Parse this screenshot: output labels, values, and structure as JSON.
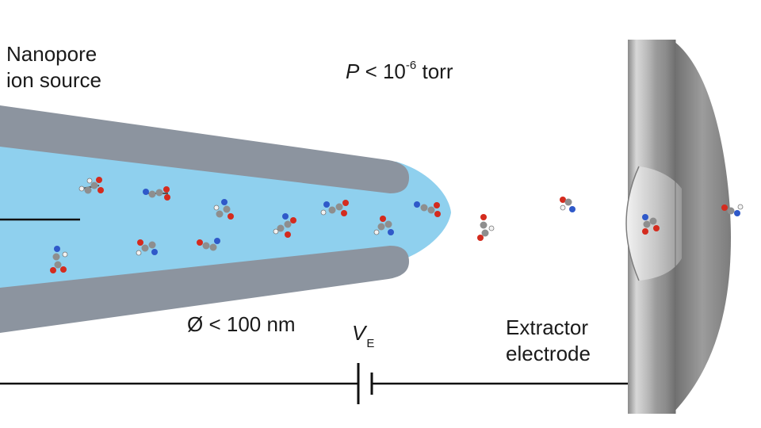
{
  "labels": {
    "source_line1": "Nanopore",
    "source_line2": "ion source",
    "pressure_symbol": "P",
    "pressure_relation": " < 10",
    "pressure_exponent": "-6",
    "pressure_unit": " torr",
    "diameter": "Ø < 100 nm",
    "voltage_symbol": "V",
    "voltage_subscript": "E",
    "extractor_line1": "Extractor",
    "extractor_line2": "electrode"
  },
  "colors": {
    "electrolyte": "#8fd0ee",
    "capillary_wall": "#8c949f",
    "electrode_light": "#d4d4d4",
    "electrode_dark": "#7a7a7a",
    "wire": "#111111",
    "atom_carbon": "#8e8e8e",
    "atom_oxygen": "#d42b1e",
    "atom_nitrogen": "#2f59c9",
    "atom_hydrogen": "#f3f3f3"
  }
}
